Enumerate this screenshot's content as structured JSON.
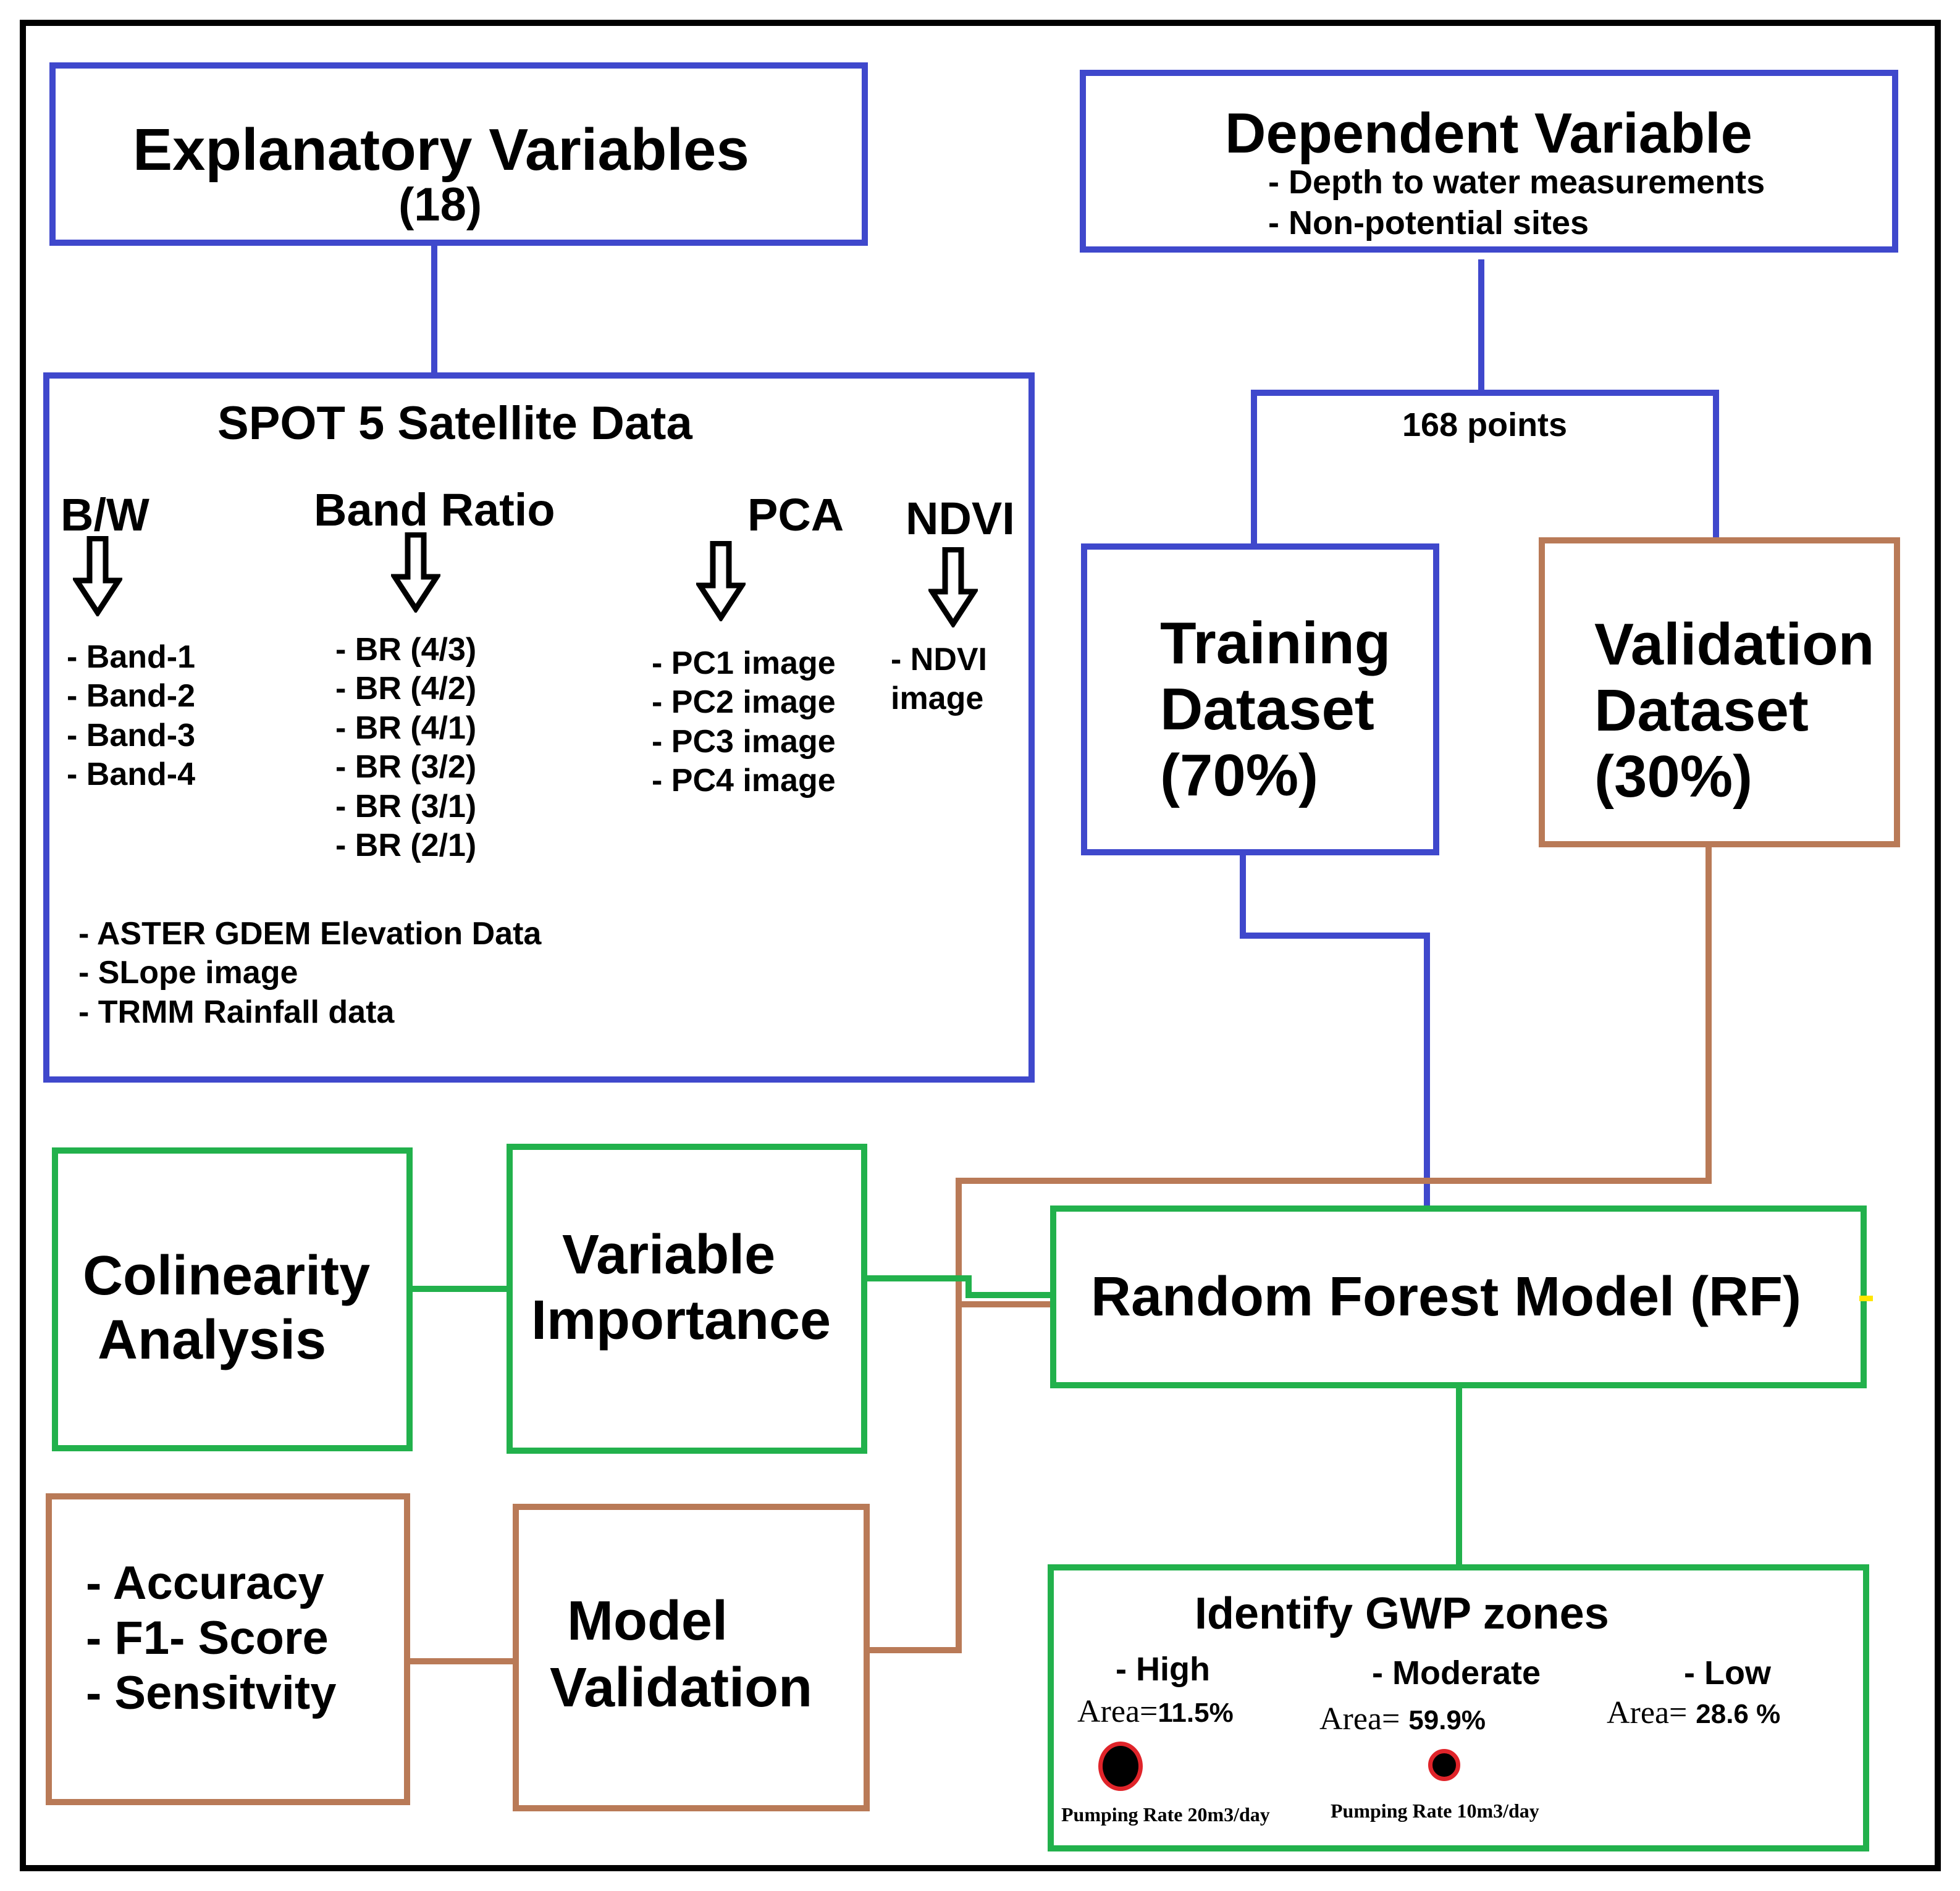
{
  "explanatory": {
    "title": "Explanatory Variables",
    "count": "(18)"
  },
  "dependent": {
    "title": "Dependent Variable",
    "items": [
      "- Depth to water measurements",
      "- Non-potential sites"
    ]
  },
  "spot": {
    "title": "SPOT 5 Satellite Data",
    "categories": {
      "bw": {
        "label": "B/W",
        "items": [
          "- Band-1",
          "- Band-2",
          "- Band-3",
          "- Band-4"
        ]
      },
      "band_ratio": {
        "label": "Band Ratio",
        "items": [
          "- BR (4/3)",
          "- BR (4/2)",
          "- BR (4/1)",
          "- BR (3/2)",
          "- BR (3/1)",
          "- BR (2/1)"
        ]
      },
      "pca": {
        "label": "PCA",
        "items": [
          "- PC1 image",
          "- PC2 image",
          "- PC3 image",
          "- PC4 image"
        ]
      },
      "ndvi": {
        "label": "NDVI",
        "items": [
          "- NDVI",
          "image"
        ]
      }
    },
    "extra": [
      "- ASTER GDEM Elevation Data",
      "- SLope image",
      "- TRMM Rainfall data"
    ]
  },
  "split": {
    "points_label": "168 points"
  },
  "training": {
    "lines": [
      "Training",
      "Dataset",
      "(70%)"
    ]
  },
  "validation": {
    "lines": [
      "Validation",
      "Dataset",
      "(30%)"
    ]
  },
  "rf": {
    "title": "Random Forest Model (RF)"
  },
  "colinearity": {
    "lines": [
      "Colinearity",
      "Analysis"
    ]
  },
  "importance": {
    "lines": [
      "Variable",
      "Importance"
    ]
  },
  "metrics": {
    "items": [
      "- Accuracy",
      "- F1- Score",
      "- Sensitvity"
    ]
  },
  "model_validation": {
    "lines": [
      "Model",
      "Validation"
    ]
  },
  "gwp": {
    "title": "Identify GWP zones",
    "zones": [
      {
        "name": "- High",
        "area_label": "Area=",
        "area_value": "11.5%",
        "pumping": "Pumping Rate 20m3/day"
      },
      {
        "name": "- Moderate",
        "area_label": "Area=",
        "area_value": "59.9%",
        "pumping": "Pumping Rate 10m3/day"
      },
      {
        "name": "- Low",
        "area_label": "Area=",
        "area_value": "28.6 %"
      }
    ]
  },
  "colors": {
    "blue": "#3f48cc",
    "green": "#22b14c",
    "brown": "#b97a57",
    "frame": "#000000",
    "marker_border": "#e0242a"
  }
}
